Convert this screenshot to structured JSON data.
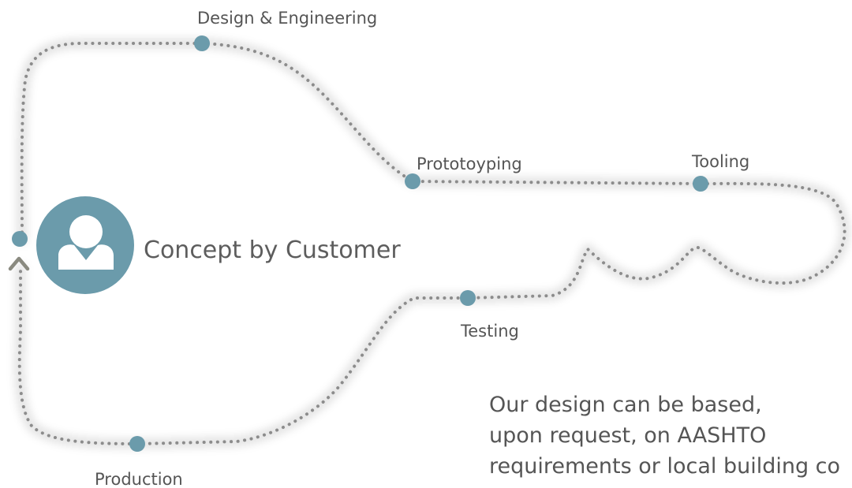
{
  "concept": {
    "label": "Concept by Customer",
    "icon": "customer-icon"
  },
  "stages": {
    "design": "Design & Engineering",
    "prototyping": "Prototoyping",
    "tooling": "Tooling",
    "testing": "Testing",
    "production": "Production"
  },
  "note": {
    "line1": "Our design can be based,",
    "line2": "upon request, on AASHTO",
    "line3": "requirements or local building co"
  },
  "colors": {
    "accent": "#6b9bab",
    "path": "#8c8c8c",
    "text": "#555555"
  }
}
